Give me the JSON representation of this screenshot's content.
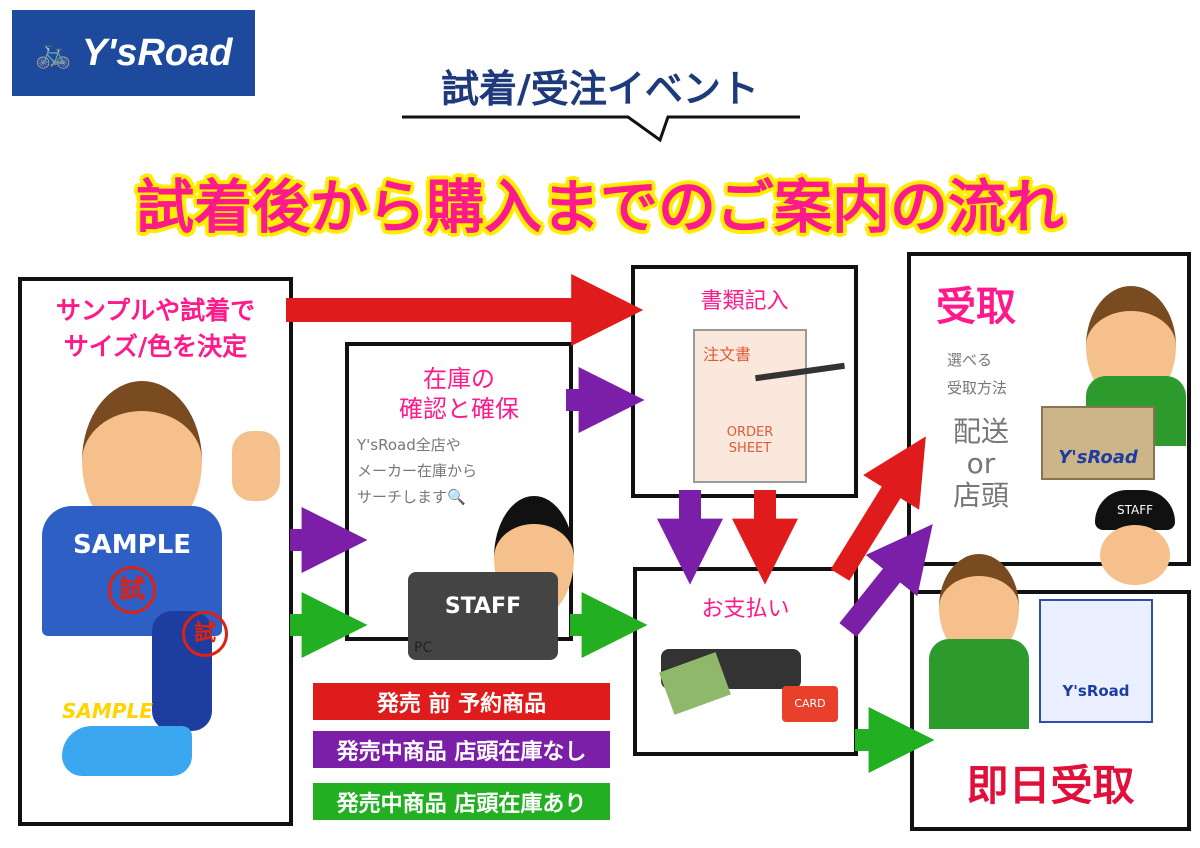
{
  "logo": {
    "text": "Y'sRoad"
  },
  "header": {
    "subtitle": "試着/受注イベント",
    "title": "試着後から購入までのご案内の流れ"
  },
  "steps": {
    "decide": {
      "line1": "サンプルや試着で",
      "line2": "サイズ/色を決定",
      "shirt": "SAMPLE",
      "stamp": "試",
      "shoe": "SAMPLE"
    },
    "stock": {
      "line1": "在庫の",
      "line2": "確認と確保",
      "desc1": "Y'sRoad全店や",
      "desc2": "メーカー在庫から",
      "desc3": "サーチします",
      "laptop": "STAFF",
      "pc": "PC"
    },
    "form": {
      "title": "書類記入",
      "doc_title": "注文書",
      "doc_en1": "ORDER",
      "doc_en2": "SHEET"
    },
    "payment": {
      "title": "お支払い",
      "card": "CARD"
    },
    "pickup": {
      "title": "受取",
      "desc1": "選べる",
      "desc2": "受取方法",
      "opt1": "配送",
      "or": "or",
      "opt2": "店頭",
      "box_label": "Y'sRoad",
      "cap": "STAFF"
    },
    "same_day": {
      "title": "即日受取",
      "bag": "Y'sRoad"
    }
  },
  "legend": [
    {
      "label": "発売 前 予約商品",
      "color": "#e01b1b"
    },
    {
      "label": "発売中商品 店頭在庫なし",
      "color": "#7b1fa8"
    },
    {
      "label": "発売中商品 店頭在庫あり",
      "color": "#22b022"
    }
  ]
}
